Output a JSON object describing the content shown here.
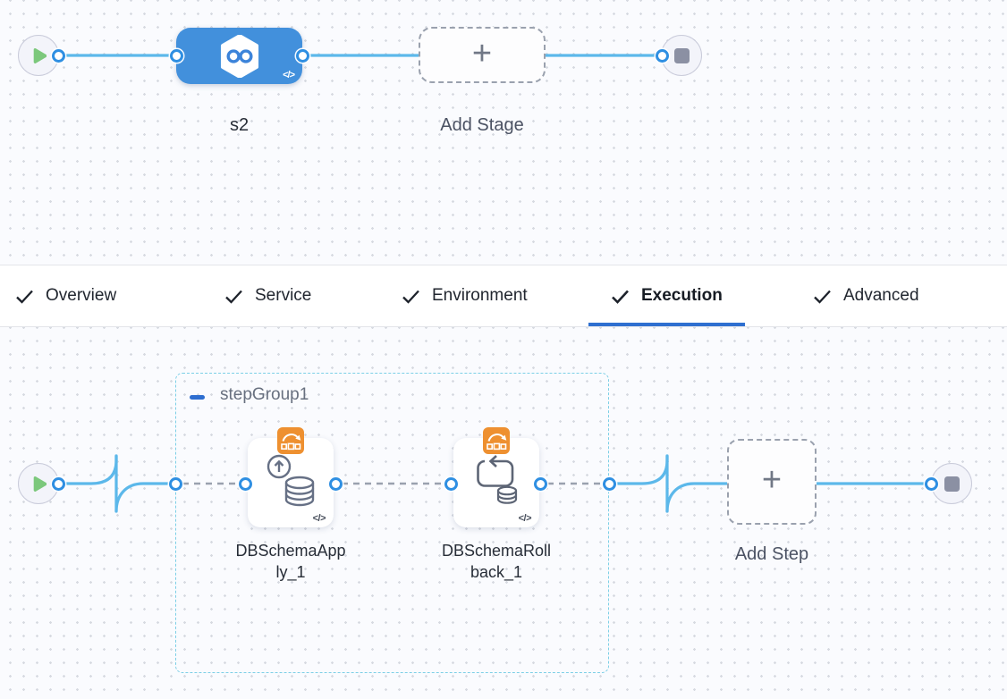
{
  "colors": {
    "stage_blue": "#4290dc",
    "connector_blue": "#5cb8ea",
    "port_ring_blue": "#2f8fe2",
    "active_tab_underline": "#2e6fd0",
    "success_green": "#7cc87c",
    "badge_orange": "#ee9030",
    "group_border_cyan": "#7ccfe6",
    "dashed_connector_gray": "#9aa1ae"
  },
  "stage_canvas": {
    "stage": {
      "label": "s2",
      "code_glyph": "</>"
    },
    "add_stage": {
      "label": "Add Stage",
      "plus_glyph": "+"
    }
  },
  "tab_bar": {
    "tabs": [
      {
        "label": "Overview",
        "checked": true,
        "active": false
      },
      {
        "label": "Service",
        "checked": true,
        "active": false
      },
      {
        "label": "Environment",
        "checked": true,
        "active": false
      },
      {
        "label": "Execution",
        "checked": true,
        "active": true
      },
      {
        "label": "Advanced",
        "checked": true,
        "active": false
      }
    ]
  },
  "execution_canvas": {
    "step_group": {
      "label": "stepGroup1"
    },
    "steps": [
      {
        "label": "DBSchemaApply_1",
        "code_glyph": "</>"
      },
      {
        "label": "DBSchemaRollback_1",
        "code_glyph": "</>"
      }
    ],
    "add_step": {
      "label": "Add Step",
      "plus_glyph": "+"
    }
  }
}
